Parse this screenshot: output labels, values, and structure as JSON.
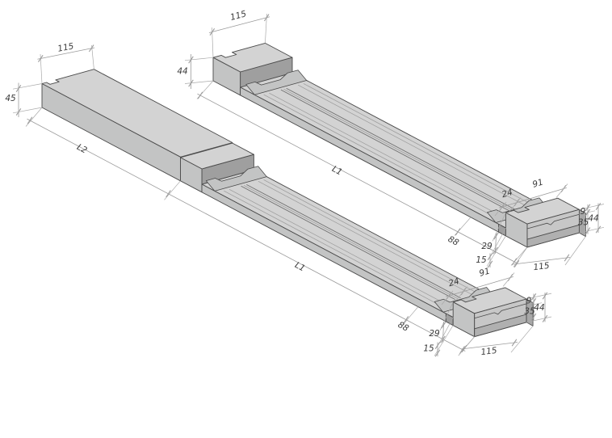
{
  "colors": {
    "background": "#ffffff",
    "face_top": "#d3d3d3",
    "face_near": "#c3c4c4",
    "face_inner": "#9f9f9f",
    "face_end": "#c7c7c7",
    "face_slab_end": "#b0b0b0",
    "face_sliver": "#a8a8a8",
    "edge": "#4a4a4a",
    "groove": "#9a9a9a",
    "groove_dark": "#707070",
    "dim_line": "#9b9b9b",
    "ext_line": "#a9a9a9",
    "dim_text": "#3b3b3b"
  },
  "dims": {
    "width_115": "115",
    "height_44": "44",
    "height_45": "45",
    "length_l1": "L1",
    "length_l2": "L2",
    "offset_88": "88",
    "tab_24": "24",
    "web_91": "91",
    "lip_9": "9",
    "face_35": "35",
    "step_29": "29",
    "toe_15": "15"
  }
}
